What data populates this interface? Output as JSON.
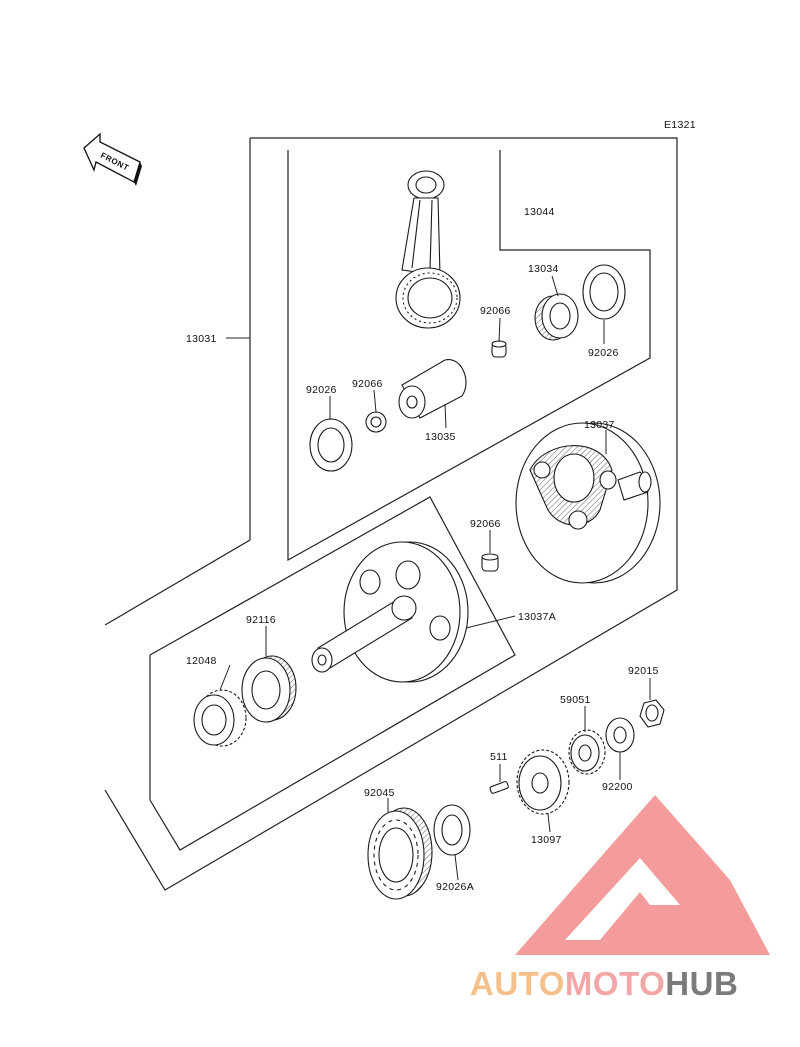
{
  "diagram_code": "E1321",
  "front_label": "FRONT",
  "labels": {
    "p13044": "13044",
    "p13034": "13034",
    "p92066a": "92066",
    "p92026a": "92026",
    "p13031": "13031",
    "p92026b": "92026",
    "p92066b": "92066",
    "p13035": "13035",
    "p13037": "13037",
    "p92066c": "92066",
    "p13037A": "13037A",
    "p92116": "92116",
    "p12048": "12048",
    "p92015": "92015",
    "p59051": "59051",
    "p511": "511",
    "p92200": "92200",
    "p92045": "92045",
    "p13097": "13097",
    "p92026A": "92026A"
  },
  "watermark": {
    "part1": "AUTO",
    "part2": "MOTO",
    "part3": "HUB",
    "color1": "#f5c08a",
    "color2": "#f2a6a6",
    "color3": "#7a7a7a",
    "logo_color": "#f28b8b"
  }
}
